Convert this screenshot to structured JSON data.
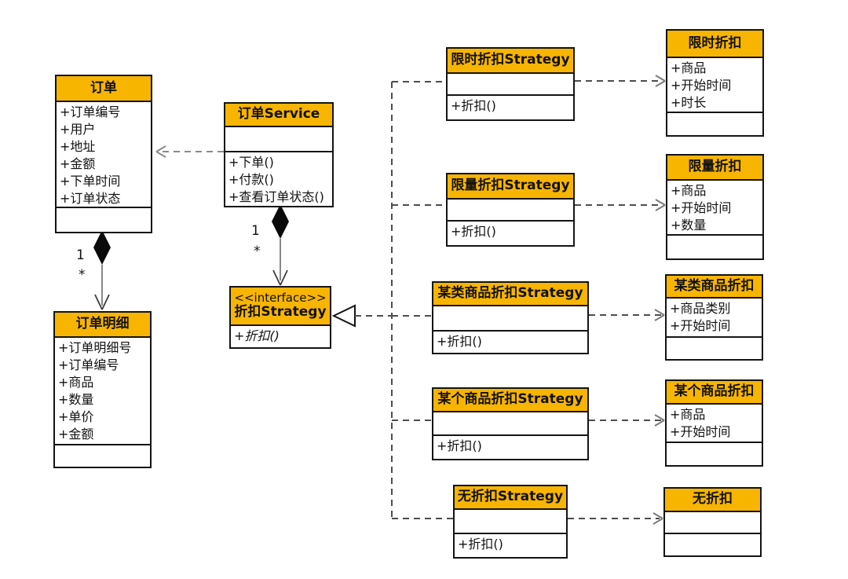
{
  "diagram": {
    "colors": {
      "background": "#ffffff",
      "header_fill": "#F7B500",
      "border": "#141414",
      "connector": "#4d4d4d",
      "light_connector": "#8a8a8a"
    },
    "classes": [
      {
        "id": "order",
        "name": "订单",
        "attributes": [
          "+订单编号",
          "+用户",
          "+地址",
          "+金额",
          "+下单时间",
          "+订单状态"
        ],
        "methods": []
      },
      {
        "id": "order-service",
        "name": "订单Service",
        "attributes": [],
        "methods": [
          "+下单()",
          "+付款()",
          "+查看订单状态()"
        ]
      },
      {
        "id": "order-detail",
        "name": "订单明细",
        "attributes": [
          "+订单明细号",
          "+订单编号",
          "+商品",
          "+数量",
          "+单价",
          "+金额"
        ],
        "methods": []
      },
      {
        "id": "discount-strategy-interface",
        "stereotype": "<<interface>>",
        "name": "折扣Strategy",
        "attributes": null,
        "methods": [
          "+折扣()"
        ],
        "methods_italic": true
      },
      {
        "id": "limited-time-strategy",
        "name": "限时折扣Strategy",
        "attributes": [],
        "methods": [
          "+折扣()"
        ]
      },
      {
        "id": "limited-quantity-strategy",
        "name": "限量折扣Strategy",
        "attributes": [],
        "methods": [
          "+折扣()"
        ]
      },
      {
        "id": "category-discount-strategy",
        "name": "某类商品折扣Strategy",
        "attributes": [],
        "methods": [
          "+折扣()"
        ]
      },
      {
        "id": "single-item-discount-strategy",
        "name": "某个商品折扣Strategy",
        "attributes": [],
        "methods": [
          "+折扣()"
        ]
      },
      {
        "id": "no-discount-strategy",
        "name": "无折扣Strategy",
        "attributes": [],
        "methods": [
          "+折扣()"
        ]
      },
      {
        "id": "limited-time-discount",
        "name": "限时折扣",
        "attributes": [
          "+商品",
          "+开始时间",
          "+时长"
        ],
        "methods": []
      },
      {
        "id": "limited-quantity-discount",
        "name": "限量折扣",
        "attributes": [
          "+商品",
          "+开始时间",
          "+数量"
        ],
        "methods": []
      },
      {
        "id": "category-discount",
        "name": "某类商品折扣",
        "attributes": [
          "+商品类别",
          "+开始时间"
        ],
        "methods": []
      },
      {
        "id": "single-item-discount",
        "name": "某个商品折扣",
        "attributes": [
          "+商品",
          "+开始时间"
        ],
        "methods": []
      },
      {
        "id": "no-discount",
        "name": "无折扣",
        "attributes": [],
        "methods": []
      }
    ],
    "multiplicity_labels": [
      {
        "id": "order-detail-one",
        "text": "1"
      },
      {
        "id": "order-detail-many",
        "text": "*"
      },
      {
        "id": "strategy-one",
        "text": "1"
      },
      {
        "id": "strategy-many",
        "text": "*"
      }
    ]
  }
}
